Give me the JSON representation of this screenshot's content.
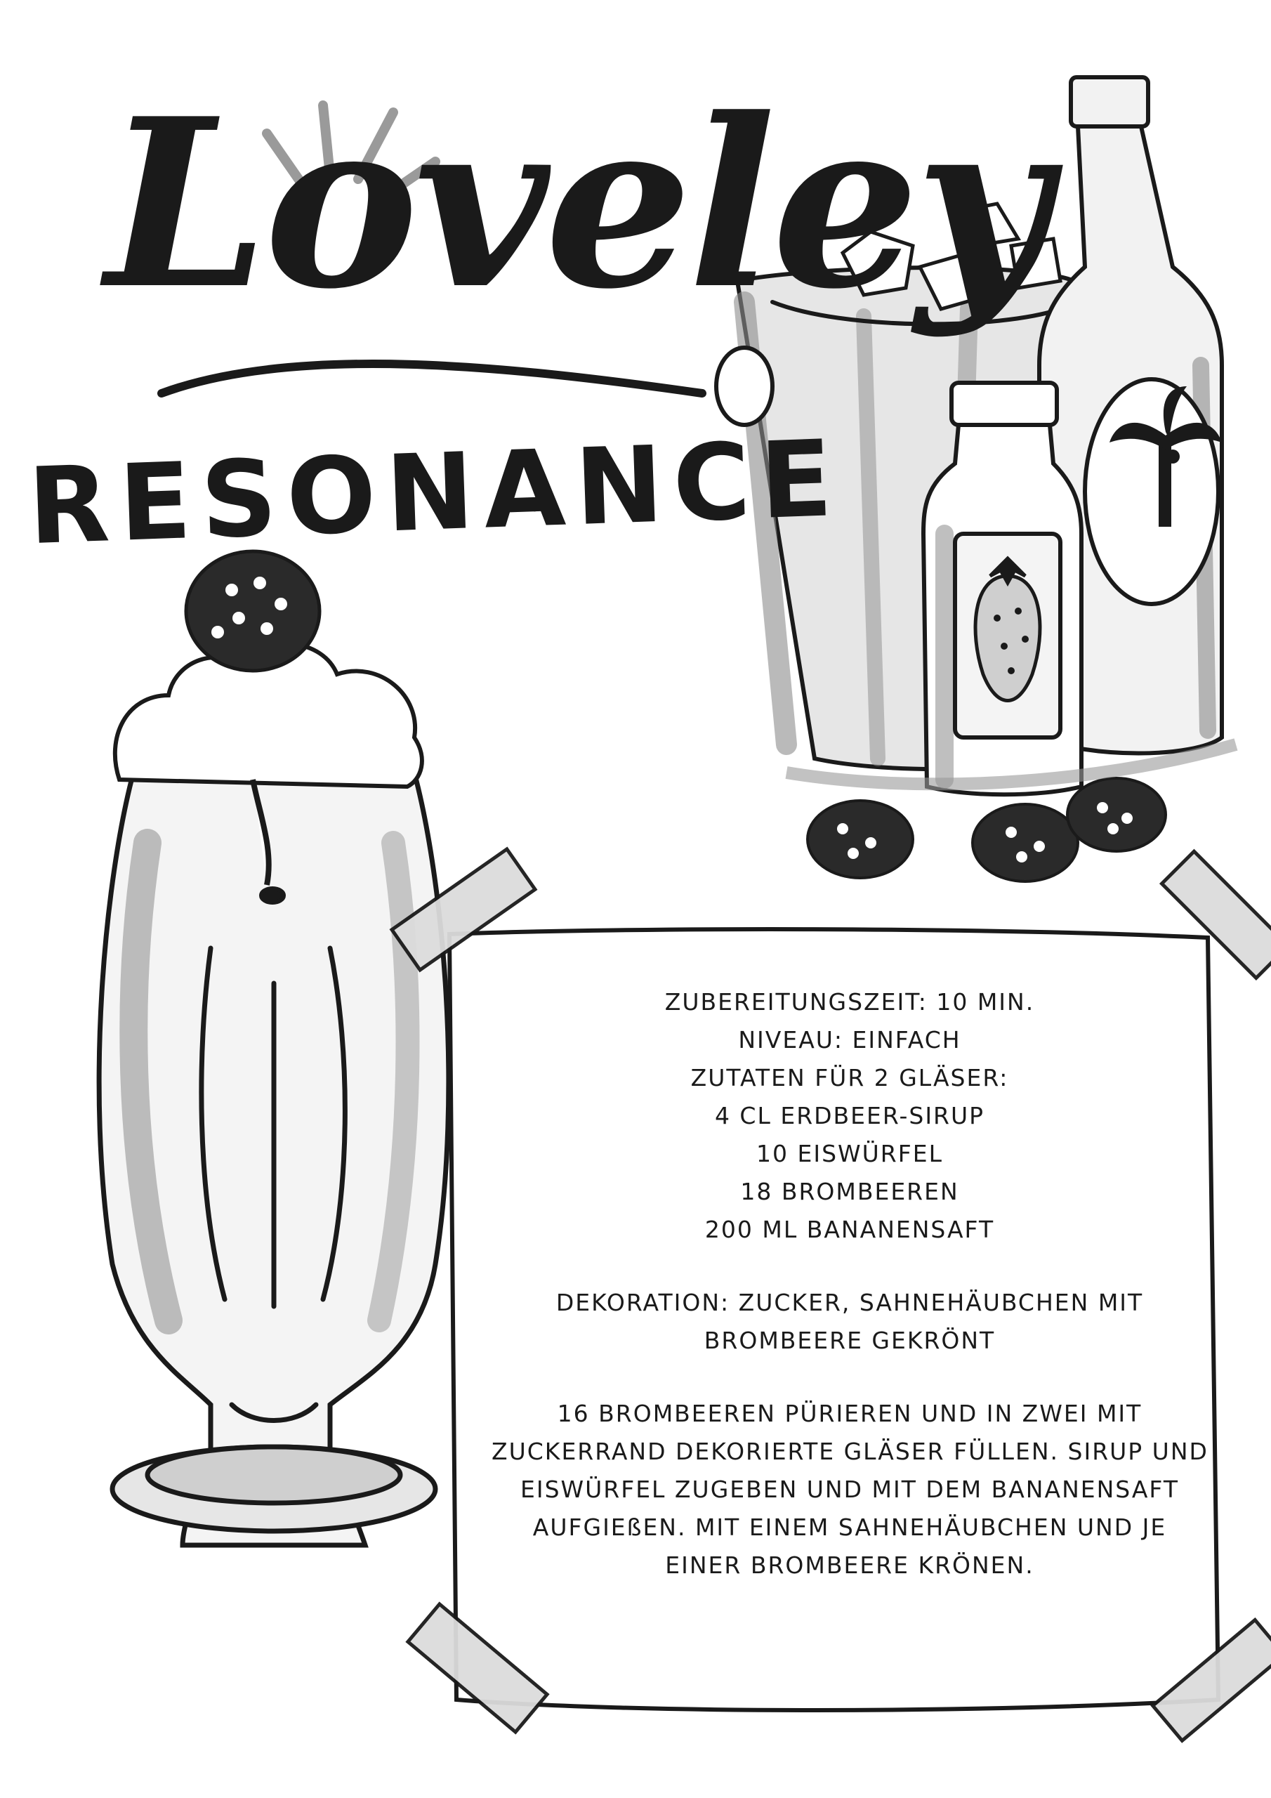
{
  "title": {
    "script": "Loveley",
    "block": "RESONANCE"
  },
  "recipe": {
    "prep_time": "ZUBEREITUNGSZEIT: 10 MIN.",
    "level": "NIVEAU: EINFACH",
    "ingredients_heading": "ZUTATEN FÜR 2 GLÄSER:",
    "ingredients": [
      "4 CL ERDBEER-SIRUP",
      "10 EISWÜRFEL",
      "18 BROMBEEREN",
      "200 ML BANANENSAFT"
    ],
    "decoration_lines": [
      "DEKORATION: ZUCKER, SAHNEHÄUBCHEN MIT",
      "BROMBEERE GEKRÖNT"
    ],
    "instruction_lines": [
      "16 BROMBEEREN PÜRIEREN UND IN ZWEI MIT",
      "ZUCKERRAND DEKORIERTE GLÄSER FÜLLEN. SIRUP UND",
      "EISWÜRFEL ZUGEBEN UND MIT DEM BANANENSAFT",
      "AUFGIEßEN. MIT EINEM SAHNEHÄUBCHEN UND JE",
      "EINER BROMBEERE KRÖNEN."
    ]
  },
  "colors": {
    "ink": "#1a1a1a",
    "shade": "#8c8c8c",
    "light_shade": "#c8c8c8",
    "paper": "#ffffff"
  }
}
